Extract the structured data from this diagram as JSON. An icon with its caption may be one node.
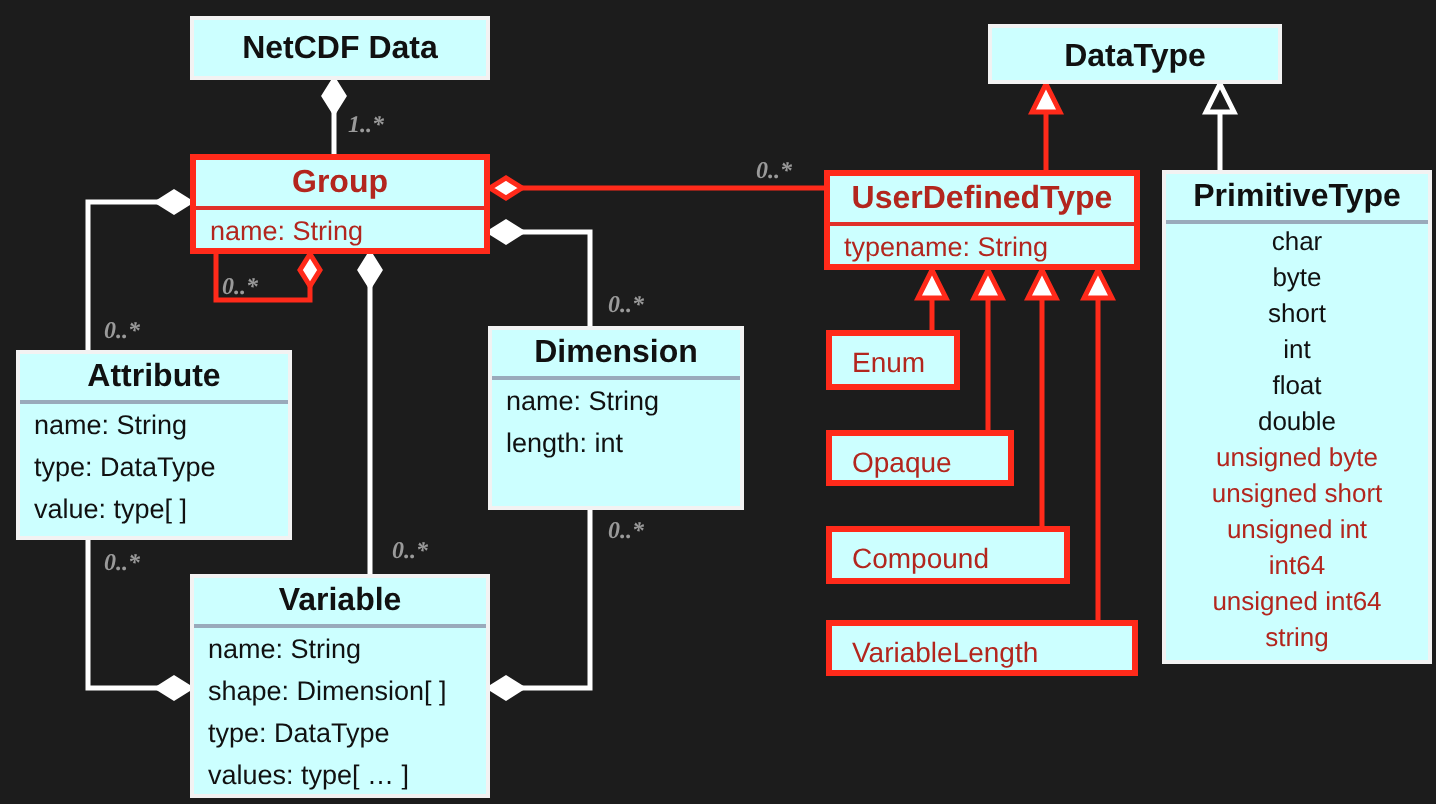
{
  "diagram": {
    "nodes": [
      {
        "text": [
          "NetCDF Data"
        ]
      },
      {
        "text": [
          "Group",
          "name: String"
        ]
      },
      {
        "text": [
          "Attribute",
          "name: String",
          "type: DataType",
          "value: type[ ]"
        ]
      },
      {
        "text": [
          "Dimension",
          "name:  String",
          "length: int"
        ]
      },
      {
        "text": [
          "Variable",
          "name: String",
          "shape: Dimension[ ]",
          "type:   DataType",
          "values: type[ … ]"
        ]
      },
      {
        "text": [
          "DataType"
        ]
      },
      {
        "text": [
          "UserDefinedType",
          "typename: String"
        ]
      },
      {
        "text": [
          "PrimitiveType",
          "char",
          "byte",
          "short",
          "int",
          "float",
          "double",
          "unsigned byte",
          "unsigned short",
          "unsigned int",
          "int64",
          "unsigned int64",
          "string"
        ]
      },
      {
        "text": [
          "Enum"
        ]
      },
      {
        "text": [
          "Opaque"
        ]
      },
      {
        "text": [
          "Compound"
        ]
      },
      {
        "text": [
          "VariableLength"
        ]
      }
    ],
    "edges": [
      {
        "from": 1,
        "to": 0,
        "arrow": "other",
        "label": "1..*"
      },
      {
        "from": 1,
        "to": 1,
        "arrow": "other",
        "label": "0..*",
        "color": "#ff2a1a"
      },
      {
        "from": 2,
        "to": 1,
        "arrow": "other",
        "label": "0..*"
      },
      {
        "from": 4,
        "to": 1,
        "arrow": "other",
        "label": "0..*"
      },
      {
        "from": 3,
        "to": 1,
        "arrow": "other",
        "label": "0..*"
      },
      {
        "from": 6,
        "to": 1,
        "arrow": "other",
        "label": "0..*",
        "color": "#ff2a1a"
      },
      {
        "from": 2,
        "to": 4,
        "arrow": "other",
        "label": "0..*"
      },
      {
        "from": 3,
        "to": 4,
        "arrow": "other",
        "label": "0..*"
      },
      {
        "from": 6,
        "to": 5,
        "arrow": "to",
        "color": "#ff2a1a"
      },
      {
        "from": 7,
        "to": 5,
        "arrow": "to"
      },
      {
        "from": 8,
        "to": 6,
        "arrow": "to",
        "color": "#ff2a1a"
      },
      {
        "from": 9,
        "to": 6,
        "arrow": "to",
        "color": "#ff2a1a"
      },
      {
        "from": 10,
        "to": 6,
        "arrow": "to",
        "color": "#ff2a1a"
      },
      {
        "from": 11,
        "to": 6,
        "arrow": "to",
        "color": "#ff2a1a"
      }
    ]
  }
}
